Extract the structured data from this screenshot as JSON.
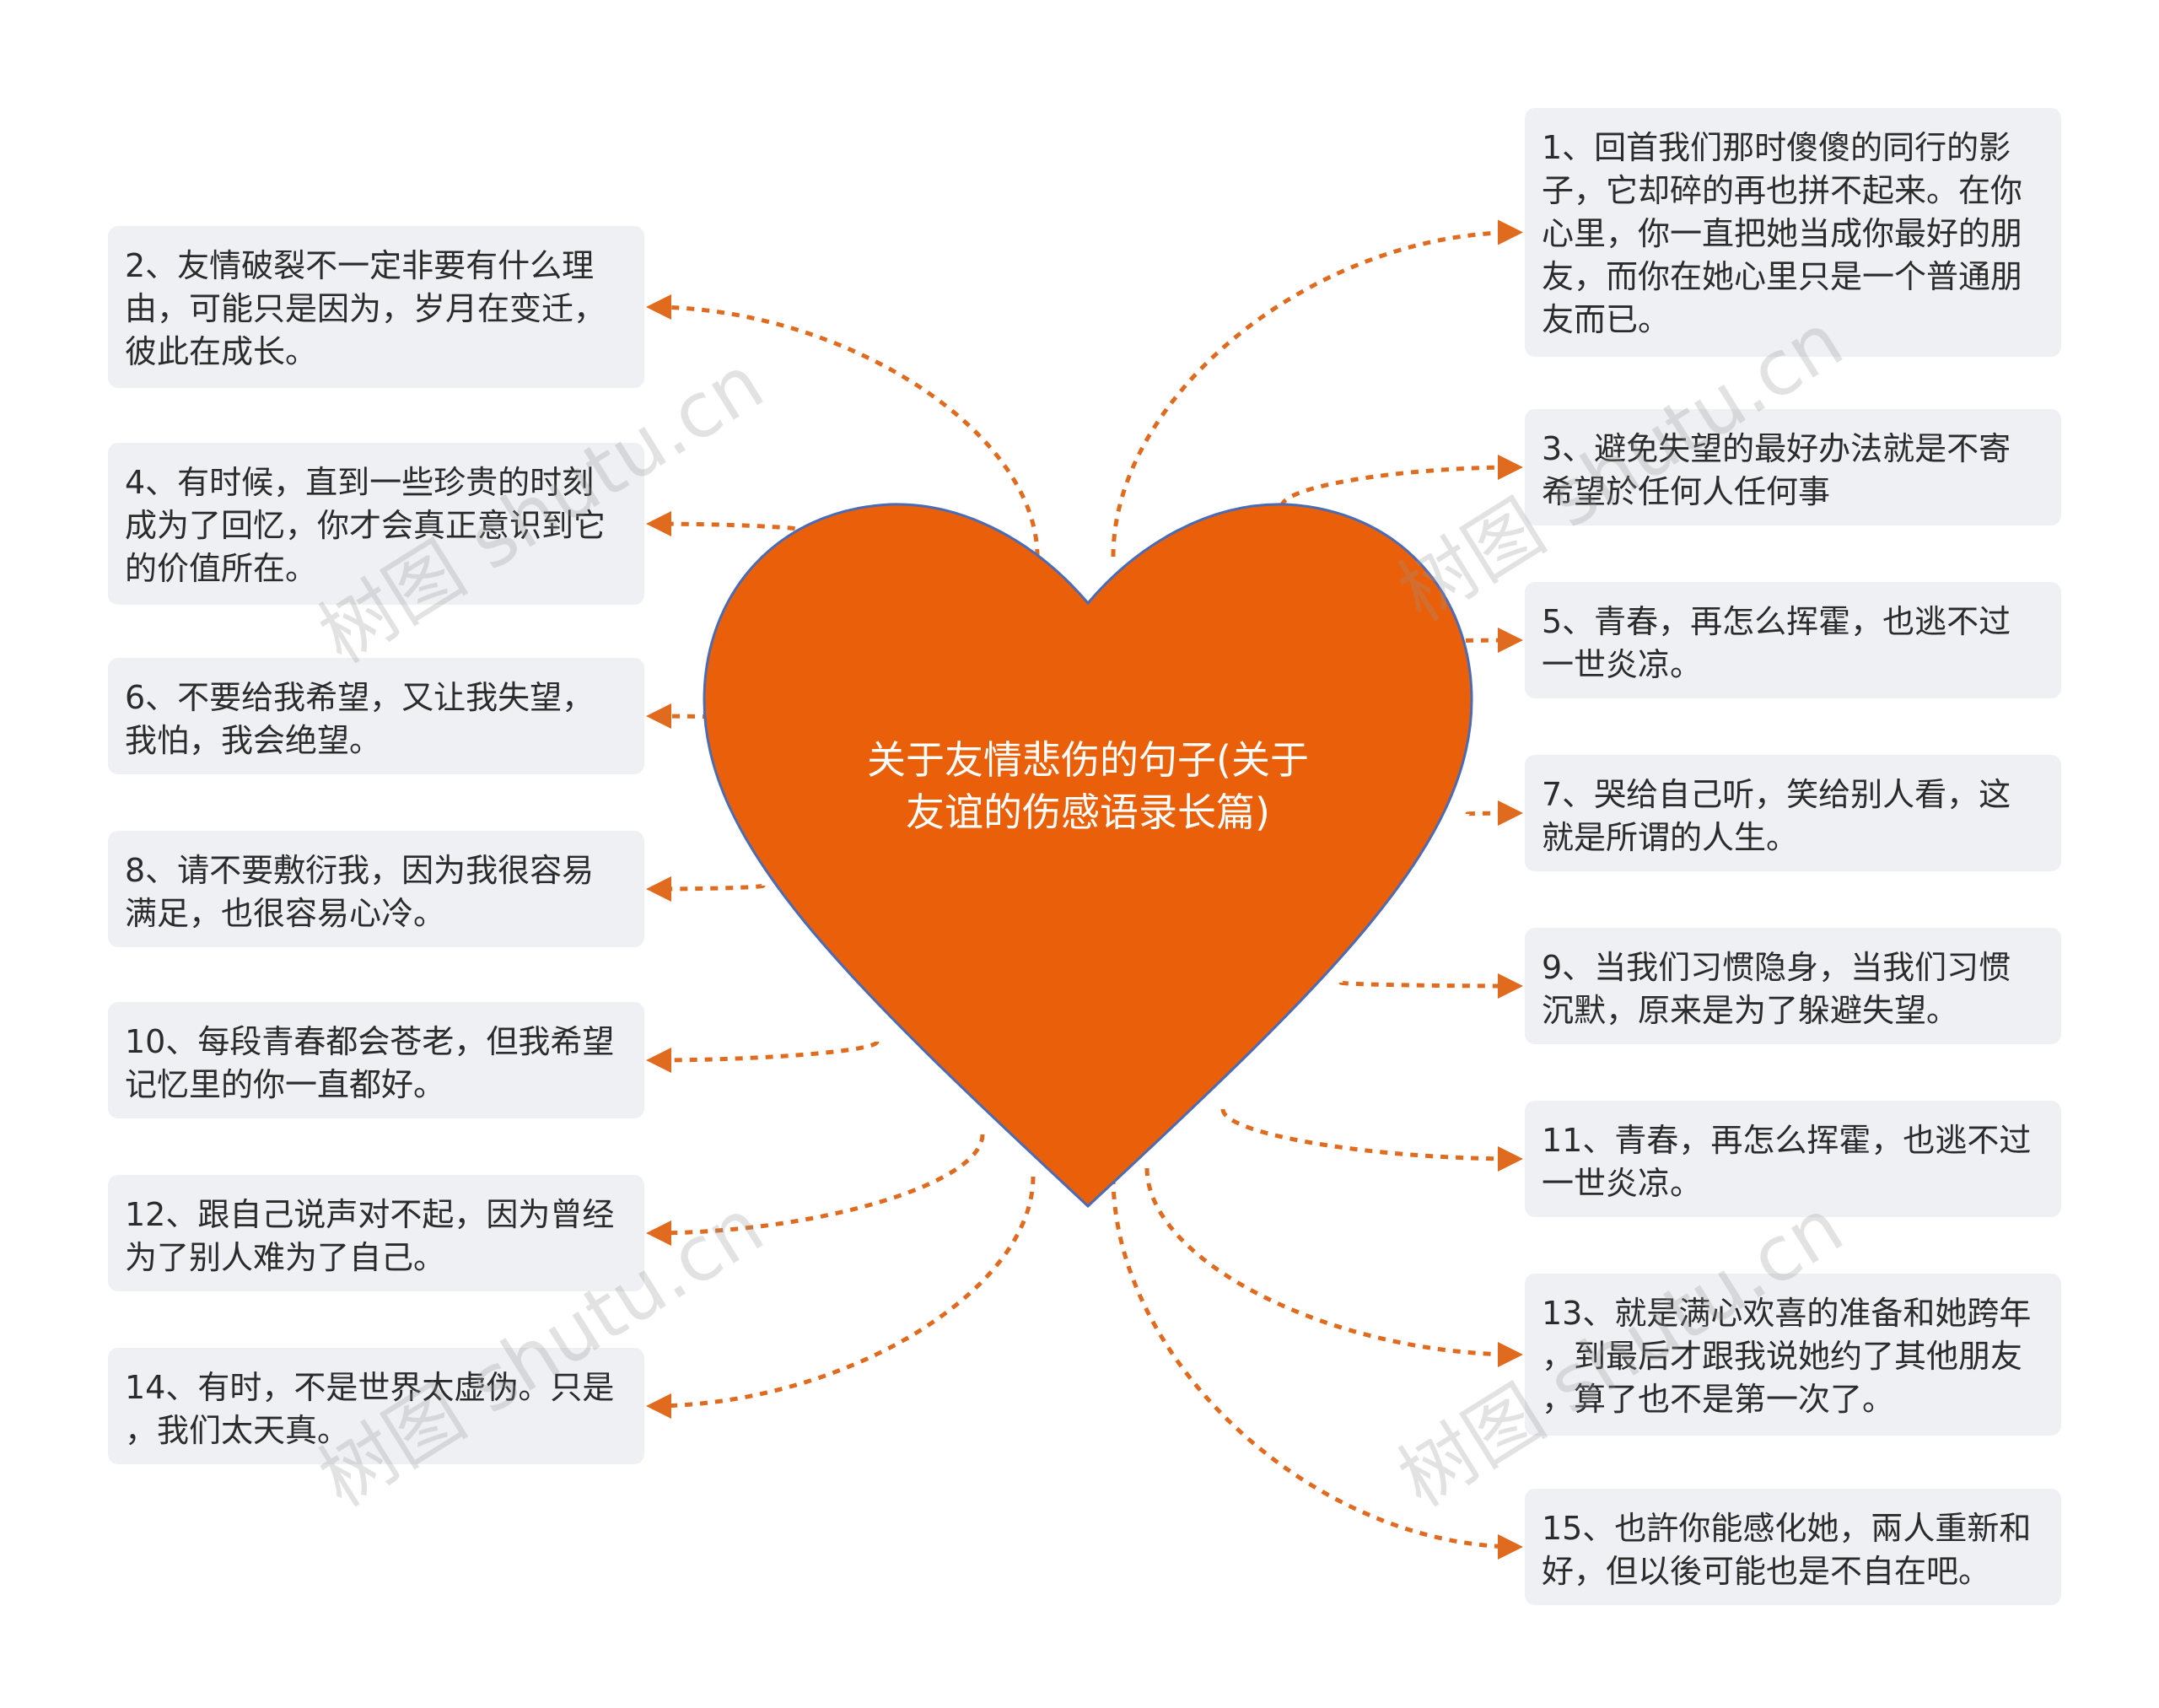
{
  "center": {
    "title": "关于友情悲伤的句子(关于\n友谊的伤感语录长篇)"
  },
  "left_nodes": [
    {
      "text": "2、友情破裂不一定非要有什么理\n由，可能只是因为，岁月在变迁，\n彼此在成长。"
    },
    {
      "text": "4、有时候，直到一些珍贵的时刻\n成为了回忆，你才会真正意识到它\n的价值所在。"
    },
    {
      "text": "6、不要给我希望，又让我失望，\n我怕，我会绝望。"
    },
    {
      "text": "8、请不要敷衍我，因为我很容易\n满足，也很容易心冷。"
    },
    {
      "text": "10、每段青春都会苍老，但我希望\n记忆里的你一直都好。"
    },
    {
      "text": "12、跟自己说声对不起，因为曾经\n为了别人难为了自己。"
    },
    {
      "text": "14、有时，不是世界太虚伪。只是\n，我们太天真。"
    }
  ],
  "right_nodes": [
    {
      "text": "1、回首我们那时傻傻的同行的影\n子，它却碎的再也拼不起来。在你\n心里，你一直把她当成你最好的朋\n友，而你在她心里只是一个普通朋\n友而已。"
    },
    {
      "text": "3、避免失望的最好办法就是不寄\n希望於任何人任何事"
    },
    {
      "text": "5、青春，再怎么挥霍，也逃不过\n一世炎凉。"
    },
    {
      "text": "7、哭给自己听，笑给别人看，这\n就是所谓的人生。"
    },
    {
      "text": "9、当我们习惯隐身，当我们习惯\n沉默，原来是为了躲避失望。"
    },
    {
      "text": "11、青春，再怎么挥霍，也逃不过\n一世炎凉。"
    },
    {
      "text": "13、就是满心欢喜的准备和她跨年\n，到最后才跟我说她约了其他朋友\n，算了也不是第一次了。"
    },
    {
      "text": "15、也許你能感化她，兩人重新和\n好，但以後可能也是不自在吧。"
    }
  ],
  "watermark": "树图 shutu.cn",
  "colors": {
    "heart_fill": "#ea5f0a",
    "heart_stroke": "#4a6bb5",
    "connector": "#e06a1e",
    "node_bg": "#eef0f3"
  }
}
